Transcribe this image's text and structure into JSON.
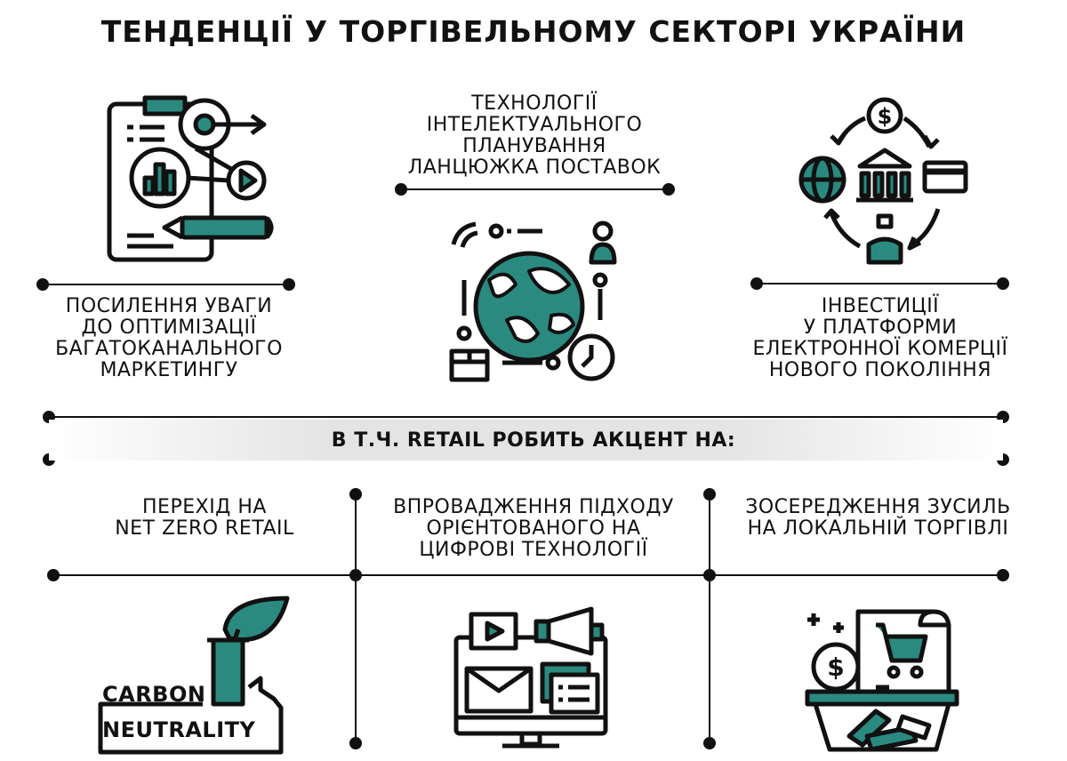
{
  "title": "ТЕНДЕНЦІЇ У ТОРГІВЕЛЬНОМУ СЕКТОРІ УКРАЇНИ",
  "accent_color": "#2a8a80",
  "trends": [
    {
      "lines": [
        "ПОСИЛЕННЯ УВАГИ",
        "ДО ОПТИМІЗАЦІЇ",
        "БАГАТОКАНАЛЬНОГО",
        "МАРКЕТИНГУ"
      ],
      "icon": "marketing-analytics-icon"
    },
    {
      "lines": [
        "ТЕХНОЛОГІЇ",
        "ІНТЕЛЕКТУАЛЬНОГО",
        "ПЛАНУВАННЯ",
        "ЛАНЦЮЖКА ПОСТАВОК"
      ],
      "icon": "global-supply-chain-icon"
    },
    {
      "lines": [
        "ІНВЕСТИЦІЇ",
        "У ПЛАТФОРМИ",
        "ЕЛЕКТРОННОЇ КОМЕРЦІЇ",
        "НОВОГО ПОКОЛІННЯ"
      ],
      "icon": "ecommerce-investment-icon"
    }
  ],
  "retail_heading": "В Т.Ч. RETAIL РОБИТЬ АКЦЕНТ НА:",
  "retail_focus": [
    {
      "lines": [
        "ПЕРЕХІД НА",
        "NET ZERO RETAIL"
      ],
      "icon": "carbon-neutrality-icon",
      "icon_text": [
        "CARBON",
        "NEUTRALITY"
      ]
    },
    {
      "lines": [
        "ВПРОВАДЖЕННЯ ПІДХОДУ",
        "ОРІЄНТОВАНОГО НА",
        "ЦИФРОВІ ТЕХНОЛОГІЇ"
      ],
      "icon": "digital-marketing-icon"
    },
    {
      "lines": [
        "ЗОСЕРЕДЖЕННЯ ЗУСИЛЬ",
        "НА ЛОКАЛЬНІЙ ТОРГІВЛІ"
      ],
      "icon": "local-shopping-icon"
    }
  ]
}
